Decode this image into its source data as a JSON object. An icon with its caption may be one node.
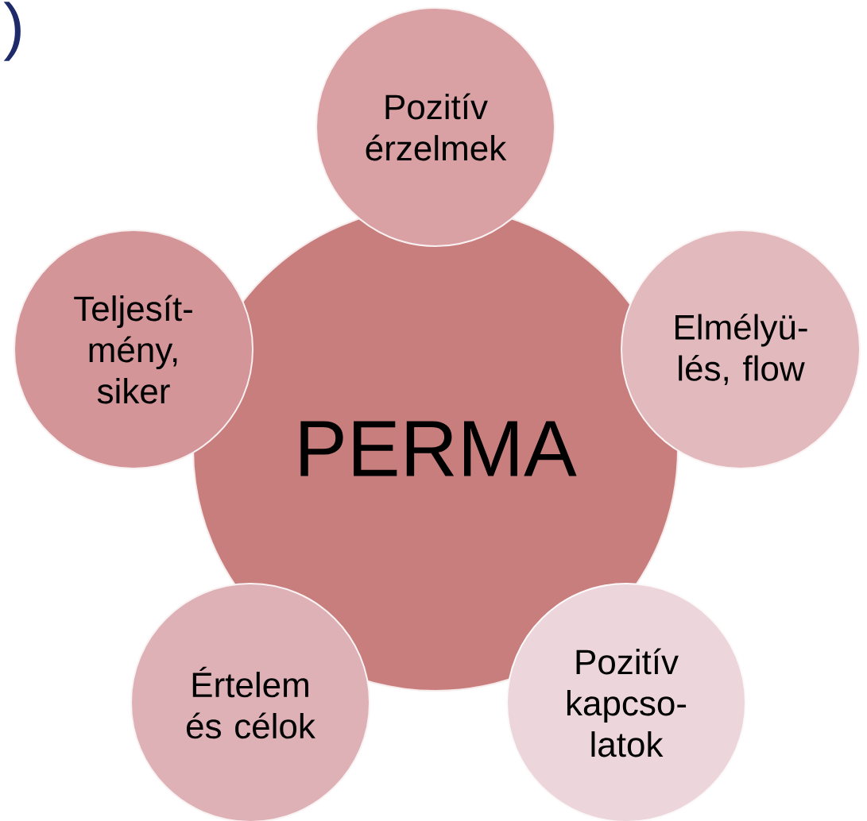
{
  "diagram": {
    "nodes": [
      {
        "text": [
          "PERMA"
        ]
      },
      {
        "text": [
          "Pozitív érzelmek"
        ]
      },
      {
        "text": [
          "Teljesít-mény, siker"
        ]
      },
      {
        "text": [
          "Elmélyü-lés, flow"
        ]
      },
      {
        "text": [
          "Értelem és célok"
        ]
      },
      {
        "text": [
          "Pozitív kapcso-latok"
        ]
      }
    ],
    "labels": [
      ")"
    ]
  }
}
